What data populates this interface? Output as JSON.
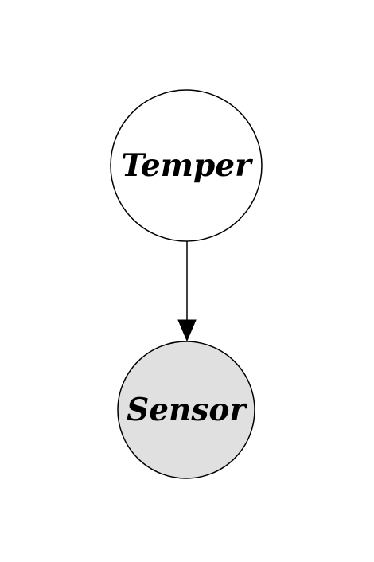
{
  "nodes": [
    {
      "id": "temper",
      "label": "Temper",
      "fill": "#ffffff",
      "observed": false
    },
    {
      "id": "sensor",
      "label": "Sensor",
      "fill": "#e0e0e0",
      "observed": true
    }
  ],
  "edges": [
    {
      "from": "temper",
      "to": "sensor",
      "directed": true
    }
  ],
  "colors": {
    "stroke": "#000000",
    "background": "#ffffff"
  }
}
